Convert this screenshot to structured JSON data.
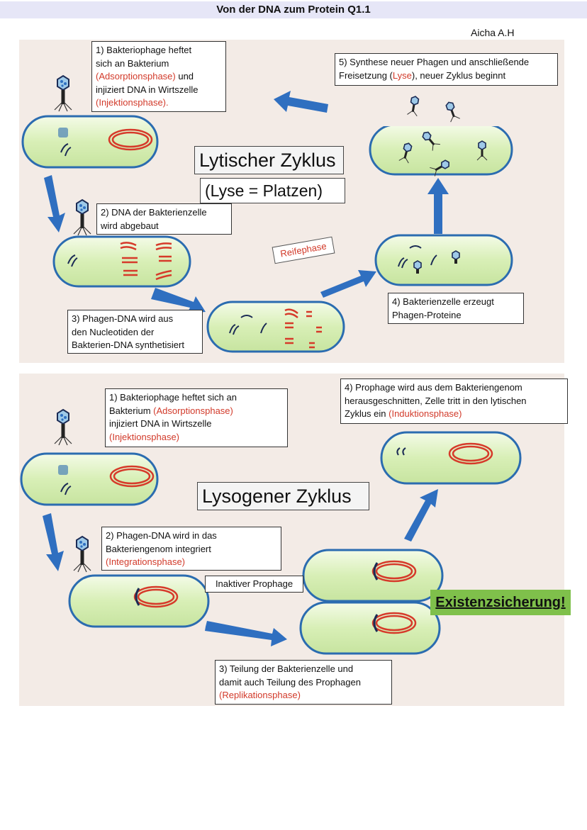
{
  "header": {
    "title": "Von der DNA zum Protein Q1.1",
    "author": "Aicha A.H"
  },
  "lytic": {
    "title": "Lytischer Zyklus",
    "subtitle": "(Lyse = Platzen)",
    "reifephase": "Reifephase",
    "step1": {
      "line1": "1) Bakteriophage heftet",
      "line2": "sich an Bakterium",
      "line3": "(Adsorptionsphase)",
      "line3_rest": " und",
      "line4": "injiziert DNA in Wirtszelle",
      "line5": "(Injektionsphase)."
    },
    "step2": {
      "line1": "2) DNA der Bakterienzelle",
      "line2": "wird abgebaut"
    },
    "step3": {
      "line1": "3) Phagen-DNA wird aus",
      "line2": "den Nucleotiden der",
      "line3": "Bakterien-DNA synthetisiert"
    },
    "step4": {
      "line1": "4) Bakterienzelle erzeugt",
      "line2": "Phagen-Proteine"
    },
    "step5": {
      "line1": "5) Synthese neuer Phagen und anschließende",
      "line2_pre": "Freisetzung (",
      "line2_red": "Lyse",
      "line2_post": "), neuer Zyklus beginnt"
    }
  },
  "lysogenic": {
    "title": "Lysogener Zyklus",
    "prophage": "Inaktiver Prophage",
    "existenz": "Existenzsicherung!",
    "step1": {
      "line1": "1) Bakteriophage heftet sich an",
      "line2_pre": "Bakterium ",
      "line2_red": "(Adsorptionsphase)",
      "line3": "injiziert DNA in Wirtszelle",
      "line4": "(Injektionsphase)"
    },
    "step2": {
      "line1": "2) Phagen-DNA wird in das",
      "line2": "Bakteriengenom integriert",
      "line3": "(Integrationsphase)"
    },
    "step3": {
      "line1": "3) Teilung der Bakterienzelle und",
      "line2": "damit auch Teilung des Prophagen",
      "line3": "(Replikationsphase)"
    },
    "step4": {
      "line1": "4) Prophage wird aus dem Bakteriengenom",
      "line2": "herausgeschnitten, Zelle tritt in den lytischen",
      "line3_pre": "Zyklus ein ",
      "line3_red": "(Induktionsphase)"
    }
  },
  "colors": {
    "cell_fill": "#d8efb6",
    "cell_stroke": "#2b6cb0",
    "arrow": "#2f6fc0",
    "dna_red": "#d63a2a",
    "phage_dna": "#1b2b55",
    "panel_bg": "#f3ebe6",
    "highlight": "#7fc04b"
  }
}
